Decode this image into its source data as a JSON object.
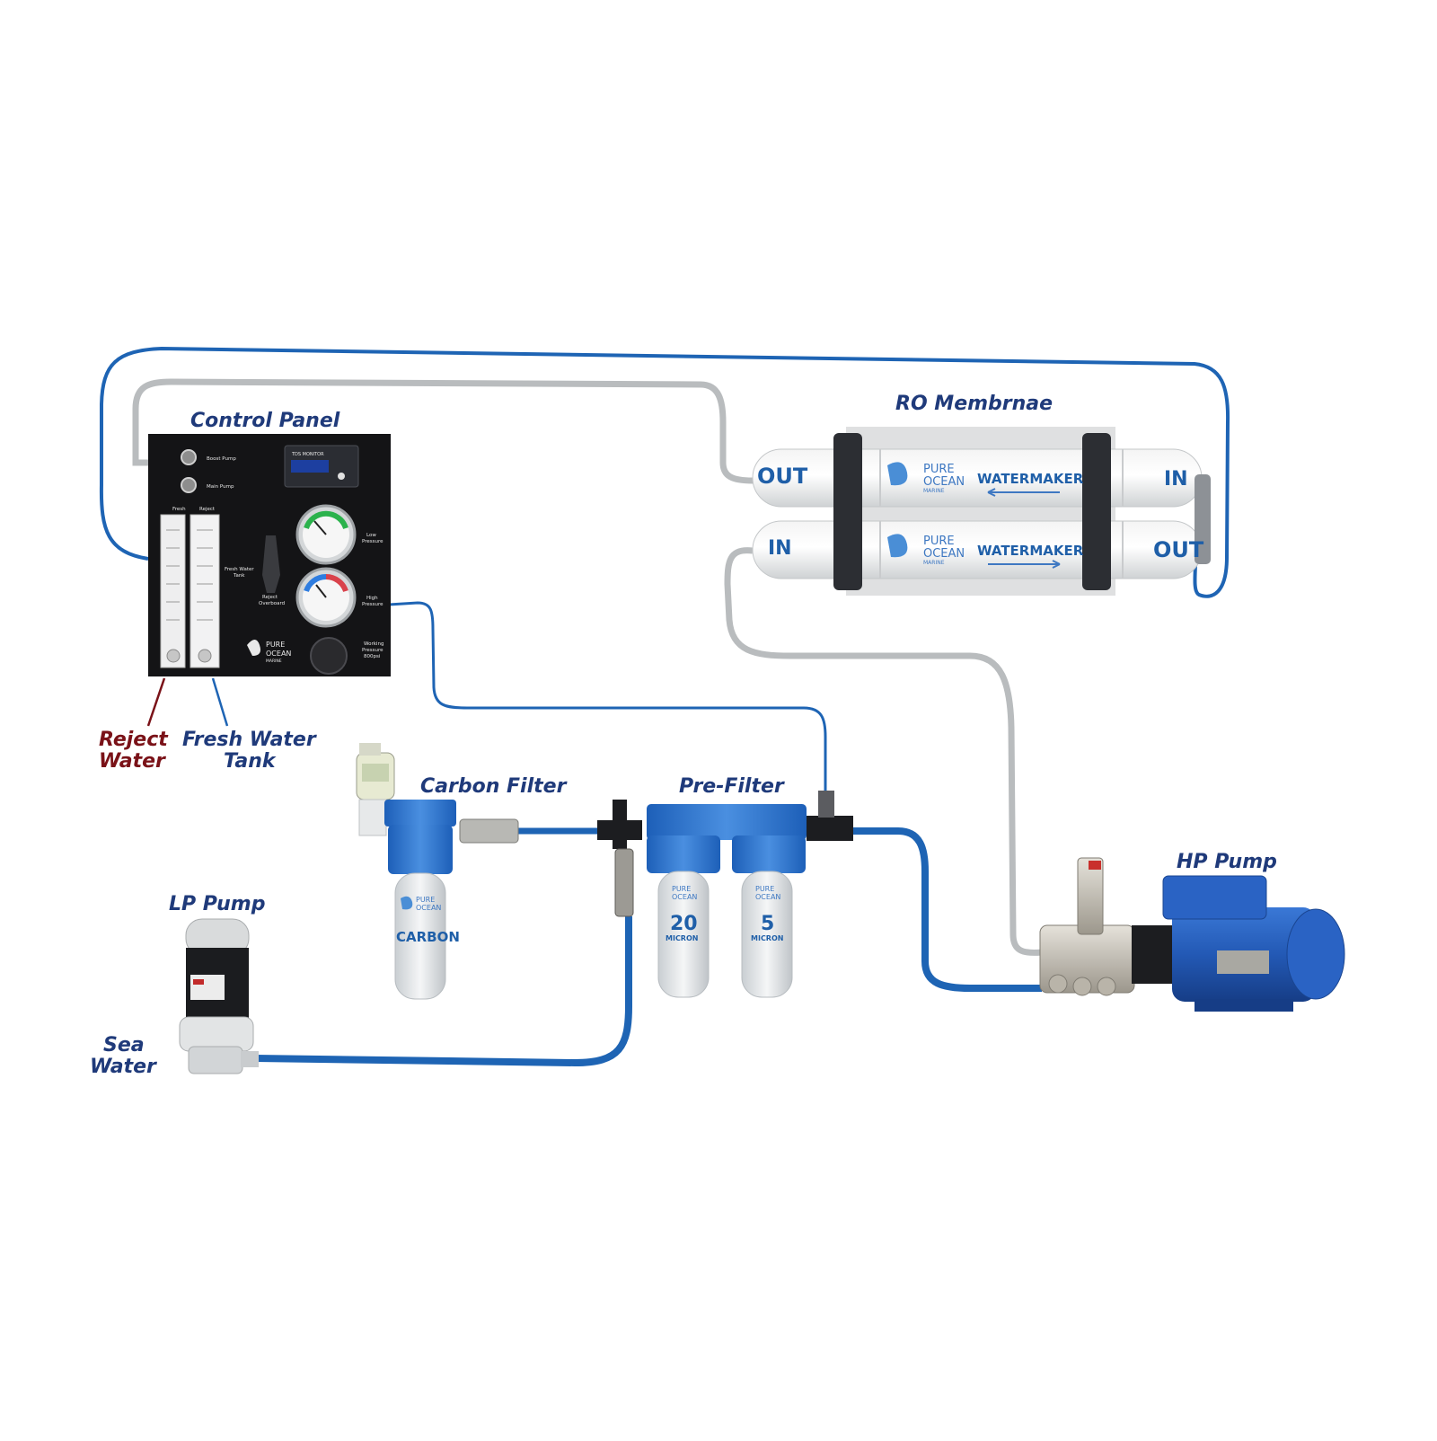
{
  "callouts": {
    "control_panel": "Control Panel",
    "ro_membrane": "RO Membrnae",
    "reject_water_line1": "Reject",
    "reject_water_line2": "Water",
    "fresh_water_line1": "Fresh Water",
    "fresh_water_line2": "Tank",
    "carbon_filter": "Carbon Filter",
    "pre_filter": "Pre-Filter",
    "hp_pump": "HP Pump",
    "lp_pump": "LP Pump",
    "sea_water_line1": "Sea",
    "sea_water_line2": "Water"
  },
  "control_panel": {
    "boost_pump": "Boost Pump",
    "main_pump": "Main Pump",
    "tds_monitor": "TDS MONITOR",
    "flow_fresh": "Fresh",
    "flow_reject": "Reject",
    "fresh_water_tank": "Fresh Water",
    "fresh_water_tank2": "Tank",
    "reject_overboard": "Reject",
    "reject_overboard2": "Overboard",
    "low_pressure": "Low",
    "low_pressure2": "Pressure",
    "high_pressure": "High",
    "high_pressure2": "Pressure",
    "working_pressure": "Working",
    "working_pressure2": "Pressure",
    "working_pressure3": "800psi",
    "brand1": "PURE",
    "brand2": "OCEAN",
    "brand3": "MARINE"
  },
  "membranes": {
    "top_left_port": "OUT",
    "top_right_port": "IN",
    "bottom_left_port": "IN",
    "bottom_right_port": "OUT",
    "brand1": "PURE",
    "brand2": "OCEAN",
    "brand3": "MARINE",
    "label": "WATERMAKER"
  },
  "carbon_filter": {
    "brand1": "PURE",
    "brand2": "OCEAN",
    "label": "CARBON"
  },
  "pre_filters": [
    {
      "brand1": "PURE",
      "brand2": "OCEAN",
      "size": "20",
      "unit": "MICRON"
    },
    {
      "brand1": "PURE",
      "brand2": "OCEAN",
      "size": "5",
      "unit": "MICRON"
    }
  ],
  "colors": {
    "callout_blue": "#1f3a7a",
    "callout_red": "#7a1218",
    "hose_blue": "#1e64b4",
    "hose_grey": "#b9bcbe",
    "filter_blue": "#2c70c9"
  }
}
